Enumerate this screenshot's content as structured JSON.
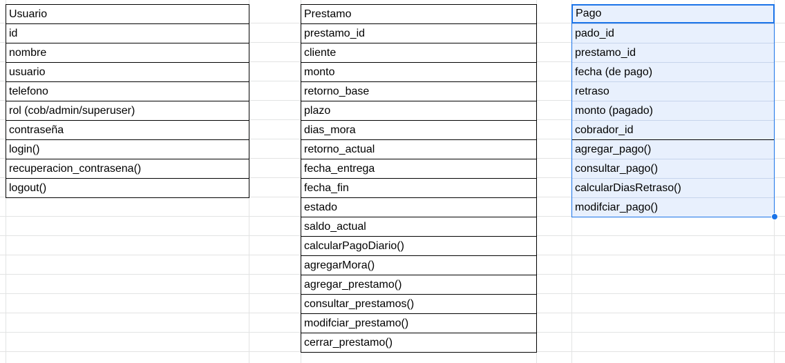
{
  "usuario": {
    "title": "Usuario",
    "attributes": [
      "id",
      "nombre",
      "usuario",
      "telefono",
      "rol (cob/admin/superuser)",
      "contraseña"
    ],
    "methods": [
      "login()",
      "recuperacion_contrasena()",
      "logout()"
    ]
  },
  "prestamo": {
    "title": "Prestamo",
    "attributes": [
      "prestamo_id",
      "cliente",
      "monto",
      "retorno_base",
      "plazo",
      "dias_mora",
      "retorno_actual",
      "fecha_entrega",
      "fecha_fin",
      "estado",
      "saldo_actual"
    ],
    "methods": [
      "calcularPagoDiario()",
      "agregarMora()",
      "agregar_prestamo()",
      "consultar_prestamos()",
      "modifciar_prestamo()",
      "cerrar_prestamo()"
    ]
  },
  "pago": {
    "title": "Pago",
    "attributes": [
      "pado_id",
      "prestamo_id",
      "fecha (de pago)",
      "retraso",
      "monto (pagado)",
      "cobrador_id"
    ],
    "methods": [
      "agregar_pago()",
      "consultar_pago()",
      "calcularDiasRetraso()",
      "modifciar_pago()"
    ]
  },
  "colors": {
    "selection": "#1a73e8",
    "selection_fill": "#e8f0fd",
    "gridline": "#e2e3e3"
  }
}
